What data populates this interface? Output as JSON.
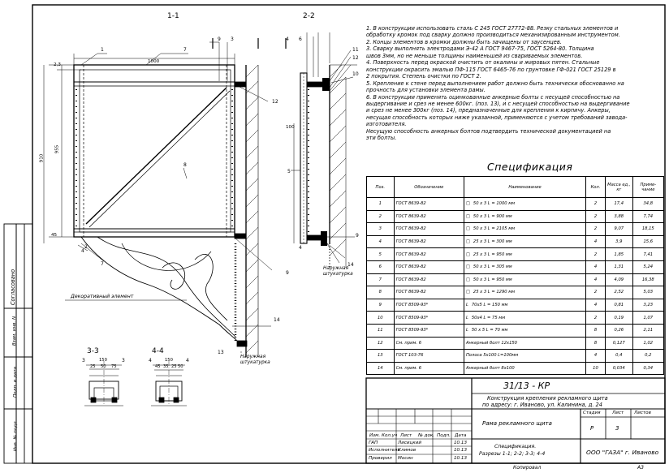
{
  "views": {
    "v11": "1-1",
    "v22": "2-2",
    "v33": "3-3",
    "v44": "4-4"
  },
  "dims": {
    "d1000": "1000",
    "d2_3": "2,3",
    "d910": "910",
    "d955": "955",
    "d45": "45",
    "d100": "100",
    "d150a": "150",
    "d150b": "150",
    "d25a": "25",
    "d50a": "50",
    "d75a": "75",
    "d45b": "45",
    "d35": "35",
    "d25b": "25",
    "d50b": "50"
  },
  "callouts": {
    "c1": "1",
    "c2": "2",
    "c3": "3",
    "c4a": "4",
    "c4b": "4",
    "c4c": "4",
    "c5": "5",
    "c6": "6",
    "c7a": "7",
    "c7b": "7",
    "c8": "8",
    "c9a": "9",
    "c9b": "9",
    "c9c": "9",
    "c10": "10",
    "c11": "11",
    "c12a": "12",
    "c12b": "12",
    "c13": "13",
    "c14a": "14",
    "c14b": "14",
    "s3a": "3",
    "s3b": "3",
    "s4a": "4",
    "s4b": "4"
  },
  "annotations": {
    "decorative": "Декоративный элемент",
    "plaster1": "Наружная\nштукатурка",
    "plaster2": "Наружная\nштукатурка"
  },
  "notes": [
    "1. В конструкции использовать сталь С 245 ГОСТ 27772-88. Резку стальных элементов и",
    "обработку кромок под сварку должно производиться механизированным инструментом.",
    "2. Концы элементов в кромки должны быть зачищены от заусенцев.",
    "3. Сварку выполнять электродами Э-42 А ГОСТ 9467-75, ГОСТ 5264-80. Толщина",
    "швов 3мм, но не меньше толщины наименьшей из свариваемых элементов.",
    "4. Поверхность перед окраской очистить от окалины и жировых пятен. Стальные",
    "конструкции окрасить эмалью ПФ-115 ГОСТ 6465-76 по грунтовке ГФ-021 ГОСТ 25129 в",
    "2 покрытия. Степень очистки по ГОСТ 2.",
    "5. Крепление к стене перед выполнением работ должно быть технически обоснованно на",
    "прочность для установки элемента рамы.",
    "6. В конструкции применять оцинкованные анкерные болты с несущей способностью на",
    "выдергивание и срез не менее 600кг. (поз. 13), и с несущей способностью на выдергивание",
    "и срез не менее 300кг (поз. 14), предназначенные для крепления к кирпичу. Анкеры,",
    "несущая способность которых ниже указанной, применяются с учетом требований завода-изготовителя.",
    "Несущую способность анкерных болтов подтвердить технической документацией на",
    "эти болты."
  ],
  "spec": {
    "title": "Спецификация",
    "headers": [
      "Поз.",
      "Обозначение",
      "Наименование",
      "Кол.",
      "Масса ед., кг",
      "Приме-чание"
    ],
    "rows": [
      {
        "pos": "1",
        "doc": "ГОСТ 8639-82",
        "sym": "□",
        "name": "50 х 3 L = 1000 мм",
        "qty": "2",
        "mass": "17,4",
        "note": "34,8"
      },
      {
        "pos": "2",
        "doc": "ГОСТ 8639-82",
        "sym": "□",
        "name": "50 х 3 L = 900 мм",
        "qty": "2",
        "mass": "3,88",
        "note": "7,74"
      },
      {
        "pos": "3",
        "doc": "ГОСТ 8639-82",
        "sym": "□",
        "name": "50 х 3 L = 2105 мм",
        "qty": "2",
        "mass": "9,07",
        "note": "18,15"
      },
      {
        "pos": "4",
        "doc": "ГОСТ 8639-82",
        "sym": "□",
        "name": "25 х 3 L = 300 мм",
        "qty": "4",
        "mass": "3,9",
        "note": "15,6"
      },
      {
        "pos": "5",
        "doc": "ГОСТ 8639-82",
        "sym": "□",
        "name": "25 х 3 L = 950 мм",
        "qty": "2",
        "mass": "1,85",
        "note": "7,41"
      },
      {
        "pos": "6",
        "doc": "ГОСТ 8639-82",
        "sym": "□",
        "name": "50 х 3 L = 305 мм",
        "qty": "4",
        "mass": "1,31",
        "note": "5,24"
      },
      {
        "pos": "7",
        "doc": "ГОСТ 8639-82",
        "sym": "□",
        "name": "50 х 3 L = 950 мм",
        "qty": "4",
        "mass": "4,09",
        "note": "16,38"
      },
      {
        "pos": "8",
        "doc": "ГОСТ 8639-82",
        "sym": "□",
        "name": "25 х 3 L = 1290 мм",
        "qty": "2",
        "mass": "2,52",
        "note": "5,03"
      },
      {
        "pos": "9",
        "doc": "ГОСТ 8509-93*",
        "sym": "L",
        "name": "70х5 L = 150 мм",
        "qty": "4",
        "mass": "0,81",
        "note": "3,23"
      },
      {
        "pos": "10",
        "doc": "ГОСТ 8509-93*",
        "sym": "L",
        "name": "50х4 L = 75 мм",
        "qty": "2",
        "mass": "0,19",
        "note": "1,07"
      },
      {
        "pos": "11",
        "doc": "ГОСТ 8509-93*",
        "sym": "L",
        "name": "50 х 5 L = 70 мм",
        "qty": "8",
        "mass": "0,26",
        "note": "2,11"
      },
      {
        "pos": "12",
        "doc": "См. прим. 6",
        "sym": "",
        "name": "Анкерный болт 12х150",
        "qty": "8",
        "mass": "0,127",
        "note": "1,02"
      },
      {
        "pos": "13",
        "doc": "ГОСТ 103-76",
        "sym": "",
        "name": "Полоса 5х100 L=100мм",
        "qty": "4",
        "mass": "0,4",
        "note": "0,2"
      },
      {
        "pos": "14",
        "doc": "См. прим. 6",
        "sym": "",
        "name": "Анкерный болт 8х100",
        "qty": "10",
        "mass": "0,034",
        "note": "0,34"
      }
    ]
  },
  "stamp": {
    "code": "31/13 - КР",
    "subject": "Конструкция крепления рекламного щита",
    "address": "по адресу: г. Иваново, ул. Калинина, д. 24",
    "drawing_name": "Рама рекламного щита",
    "sheet_title": "Спецификация.",
    "sections": "Разрезы 1-1; 2-2; 3-3; 4-4",
    "stage_h": "Стадия",
    "sheet_h": "Лист",
    "sheets_h": "Листов",
    "stage": "Р",
    "sheet": "3",
    "company": "ООО \"ГАЗА\" г. Иваново",
    "cols": [
      "Изм.",
      "Кол.уч",
      "Лист",
      "№ док.",
      "Подп.",
      "Дата"
    ],
    "roles": [
      {
        "role": "ГАП",
        "name": "Лисицкий",
        "date": "10.13"
      },
      {
        "role": "Исполнитель",
        "name": "Климов",
        "date": "10.13"
      },
      {
        "role": "Проверил",
        "name": "Мосин",
        "date": "10.13"
      }
    ],
    "copied": "Копировал",
    "format": "А3"
  },
  "side_stamp": {
    "agreed": "Согласовано",
    "inv_orig": "Инв. № подл.",
    "sign_date": "Подп. и дата",
    "inv_repl": "Взам. инв. N"
  }
}
